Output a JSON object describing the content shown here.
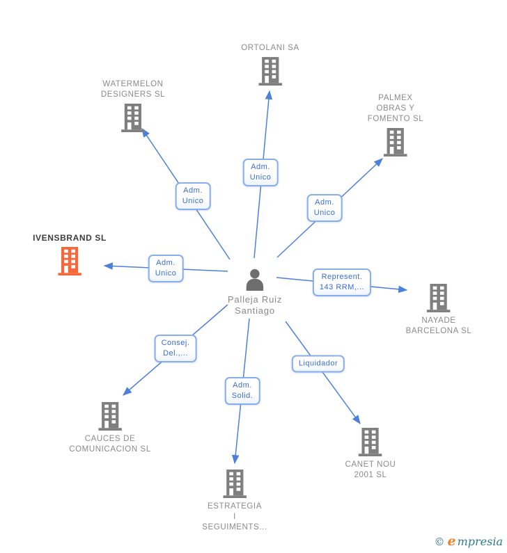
{
  "center_person": {
    "name": "Palleja Ruiz\nSantiago"
  },
  "companies": [
    {
      "name": "ORTOLANI SA"
    },
    {
      "name": "WATERMELON\nDESIGNERS SL"
    },
    {
      "name": "PALMEX\nOBRAS Y\nFOMENTO SL"
    },
    {
      "name": "IVENSBRAND SL",
      "highlighted": true
    },
    {
      "name": "NAYADE\nBARCELONA SL"
    },
    {
      "name": "CAUCES DE\nCOMUNICACION SL"
    },
    {
      "name": "ESTRATEGIA\nI\nSEGUIMENTS..."
    },
    {
      "name": "CANET NOU\n2001 SL"
    }
  ],
  "relationships": [
    {
      "label": "Adm.\nUnico",
      "from": "Palleja Ruiz Santiago",
      "to": "WATERMELON DESIGNERS SL"
    },
    {
      "label": "Adm.\nUnico",
      "from": "Palleja Ruiz Santiago",
      "to": "ORTOLANI SA"
    },
    {
      "label": "Adm.\nUnico",
      "from": "Palleja Ruiz Santiago",
      "to": "PALMEX OBRAS Y FOMENTO SL"
    },
    {
      "label": "Adm.\nUnico",
      "from": "Palleja Ruiz Santiago",
      "to": "IVENSBRAND SL"
    },
    {
      "label": "Represent.\n143 RRM,...",
      "from": "Palleja Ruiz Santiago",
      "to": "NAYADE BARCELONA SL"
    },
    {
      "label": "Consej.\nDel.,...",
      "from": "Palleja Ruiz Santiago",
      "to": "CAUCES DE COMUNICACION SL"
    },
    {
      "label": "Adm.\nSolid.",
      "from": "Palleja Ruiz Santiago",
      "to": "ESTRATEGIA I SEGUIMENTS..."
    },
    {
      "label": "Liquidador",
      "from": "Palleja Ruiz Santiago",
      "to": "CANET NOU 2001 SL"
    }
  ],
  "footer": {
    "copyright": "©",
    "brand_initial": "e",
    "brand_rest": "mpresia"
  },
  "colors": {
    "edge_blue": "#4D7FDC",
    "edge_label_border": "#88ADEB",
    "edge_label_text": "#3A6CD4",
    "company_icon_gray": "#7F7F7F",
    "highlight_icon_orange": "#F4683C",
    "company_text_gray": "#8A8A8A",
    "highlight_text_dark": "#3C3C3C",
    "logo_teal": "#2E7A8C",
    "logo_orange": "#F08229"
  }
}
